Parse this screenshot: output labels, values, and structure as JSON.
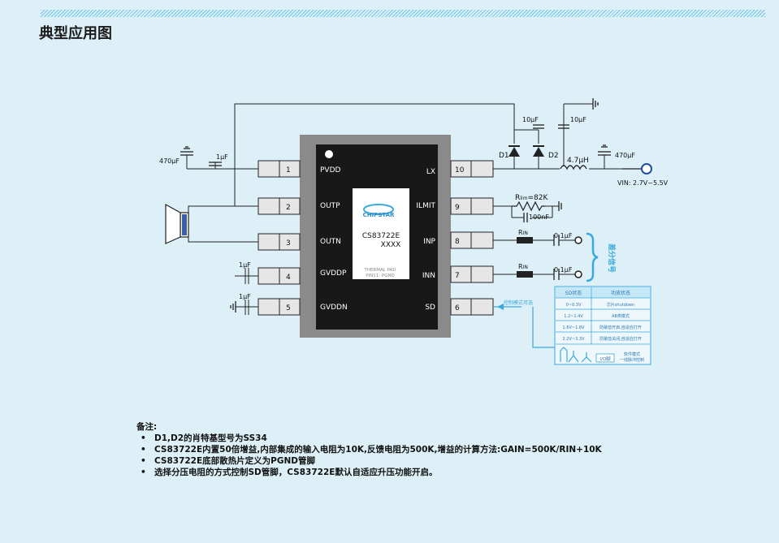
{
  "page": {
    "title": "典型应用图"
  },
  "chip": {
    "left_pins": [
      {
        "num": "1",
        "name": "PVDD"
      },
      {
        "num": "2",
        "name": "OUTP"
      },
      {
        "num": "3",
        "name": "OUTN"
      },
      {
        "num": "4",
        "name": "GVDDP"
      },
      {
        "num": "5",
        "name": "GVDDN"
      }
    ],
    "right_pins": [
      {
        "num": "10",
        "name": "LX"
      },
      {
        "num": "9",
        "name": "ILMIT"
      },
      {
        "num": "8",
        "name": "INP"
      },
      {
        "num": "7",
        "name": "INN"
      },
      {
        "num": "6",
        "name": "SD"
      }
    ],
    "logo": "CHIPSTAR",
    "part_number": "CS83722E",
    "date_code": "XXXX",
    "thermal_pad_line1": "THERMAL PAD",
    "thermal_pad_line2": "PIN11: PGND"
  },
  "components": {
    "c_470_left": "470μF",
    "c_1u_pvdd": "1μF",
    "c_1u_gvddp": "1μF",
    "c_1u_gvddn": "1μF",
    "c_10u_a": "10μF",
    "c_10u_b": "10μF",
    "d1": "D1",
    "d2": "D2",
    "inductor": "4.7μH",
    "c_470_right": "470μF",
    "vin": "VIN: 2.7V~5.5V",
    "r_limit_prefix": "R",
    "r_limit_sub": "lim",
    "r_limit_value": "=82K",
    "c_100n": "100nF",
    "rin_a_prefix": "R",
    "rin_a_sub": "IN",
    "rin_b_prefix": "R",
    "rin_b_sub": "IN",
    "c_inp": "0.1μF",
    "c_inn": "0.1μF",
    "diff_signal": "差分信号"
  },
  "sd_control": {
    "label": "控制模式可选",
    "col_header_state": "SD状态",
    "col_header_mode": "功放状态",
    "rows": [
      {
        "state": "0~0.3V",
        "mode": "芯片shutdown"
      },
      {
        "state": "1.2~1.4V",
        "mode": "AB类模式"
      },
      {
        "state": "1.6V~1.8V",
        "mode": "防破音开启,自适应打开"
      },
      {
        "state": "2.2V~3.3V",
        "mode": "防破音关闭,自适应打开"
      }
    ],
    "io_label": "I/O脚",
    "soft_mode_line1": "软件模式",
    "soft_mode_line2": "一线脉冲控制"
  },
  "notes": {
    "heading": "备注:",
    "items": [
      "D1,D2的肖特基型号为SS34",
      "CS83722E内置50倍增益,内部集成的输入电阻为10K,反馈电阻为500K,增益的计算方法:GAIN=500K/RIN+10K",
      "CS83722E底部散热片定义为PGND管脚",
      "选择分压电阻的方式控制SD管脚，CS83722E默认自适应升压功能开启。"
    ]
  },
  "colors": {
    "background": "#ddf0f7",
    "hatch": "#6fc6e6",
    "chip_outer": "#8a8a8a",
    "chip_inner": "#181818",
    "accent_blue": "#3aa9dc",
    "wire": "#222222"
  }
}
